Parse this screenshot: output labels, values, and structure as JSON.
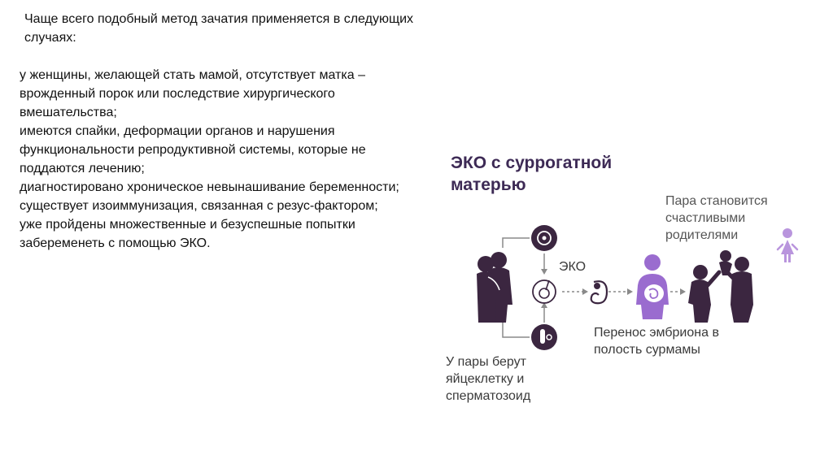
{
  "text": {
    "intro": "Чаще всего подобный метод зачатия применяется в следующих случаях:",
    "cases": [
      "у женщины, желающей стать мамой, отсутствует матка – врожденный порок или последствие хирургического вмешательства;",
      "имеются спайки, деформации органов и нарушения функциональности репродуктивной системы, которые не поддаются лечению;",
      "диагностировано хроническое невынашивание беременности;",
      "существует изоиммунизация, связанная с резус-фактором;",
      "уже пройдены множественные и безуспешные попытки забеременеть с помощью ЭКО."
    ]
  },
  "diagram": {
    "title": "ЭКО с суррогатной матерью",
    "label_parents": "Пара становится счастливыми родителями",
    "label_eko": "ЭКО",
    "label_transfer": "Перенос эмбриона в полость сурмамы",
    "label_donate": "У пары берут яйцеклетку и сперматозоид",
    "colors": {
      "dark": "#3b2640",
      "accent": "#9a6ccf",
      "light": "#b995dd",
      "line": "#8a8a8a"
    }
  }
}
